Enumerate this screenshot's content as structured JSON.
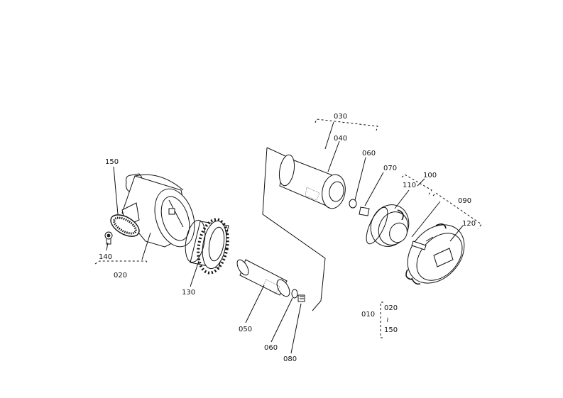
{
  "labels": {
    "p030": "030",
    "p040": "040",
    "p060a": "060",
    "p070": "070",
    "p100": "100",
    "p110": "110",
    "p090": "090",
    "p120": "120",
    "p150": "150",
    "p140": "140",
    "p020": "020",
    "p130": "130",
    "p050": "050",
    "p060b": "060",
    "p080": "080"
  },
  "legend": {
    "assembly": "010",
    "from": "020",
    "range": "≀",
    "to": "150"
  }
}
